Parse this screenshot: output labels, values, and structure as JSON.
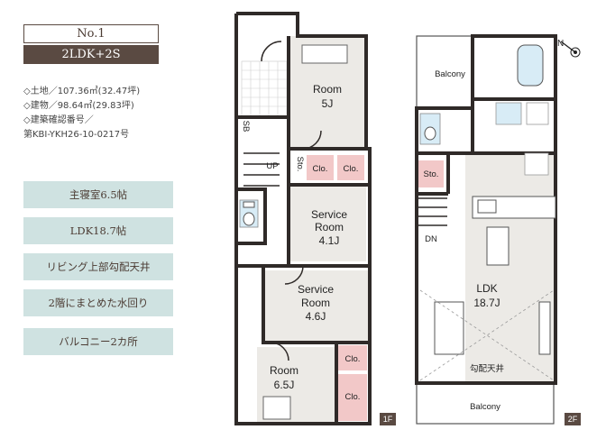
{
  "header": {
    "number": "No.1",
    "layout_type": "2LDK+2S"
  },
  "specs": [
    "◇土地／107.36㎡(32.47坪)",
    "◇建物／98.64㎡(29.83坪)",
    "◇建築確認番号／",
    "第KBI-YKH26-10-0217号"
  ],
  "features": [
    "主寝室6.5帖",
    "LDK18.7帖",
    "リビング上部勾配天井",
    "2階にまとめた水回り",
    "バルコニー2カ所"
  ],
  "floor1": {
    "tag": "1F",
    "rooms": {
      "room5_name": "Room",
      "room5_size": "5J",
      "sr1_name1": "Service",
      "sr1_name2": "Room",
      "sr1_size": "4.1J",
      "sr2_name1": "Service",
      "sr2_name2": "Room",
      "sr2_size": "4.6J",
      "room65_name": "Room",
      "room65_size": "6.5J"
    },
    "sb": "SB",
    "up": "UP",
    "sto": "Sto.",
    "clo1": "Clo.",
    "clo2": "Clo.",
    "clo3": "Clo.",
    "clo4": "Clo."
  },
  "floor2": {
    "tag": "2F",
    "balcony_top": "Balcony",
    "balcony_bottom": "Balcony",
    "sto": "Sto.",
    "dn": "DN",
    "ldk_name": "LDK",
    "ldk_size": "18.7J",
    "ceiling": "勾配天井"
  },
  "compass": "N"
}
